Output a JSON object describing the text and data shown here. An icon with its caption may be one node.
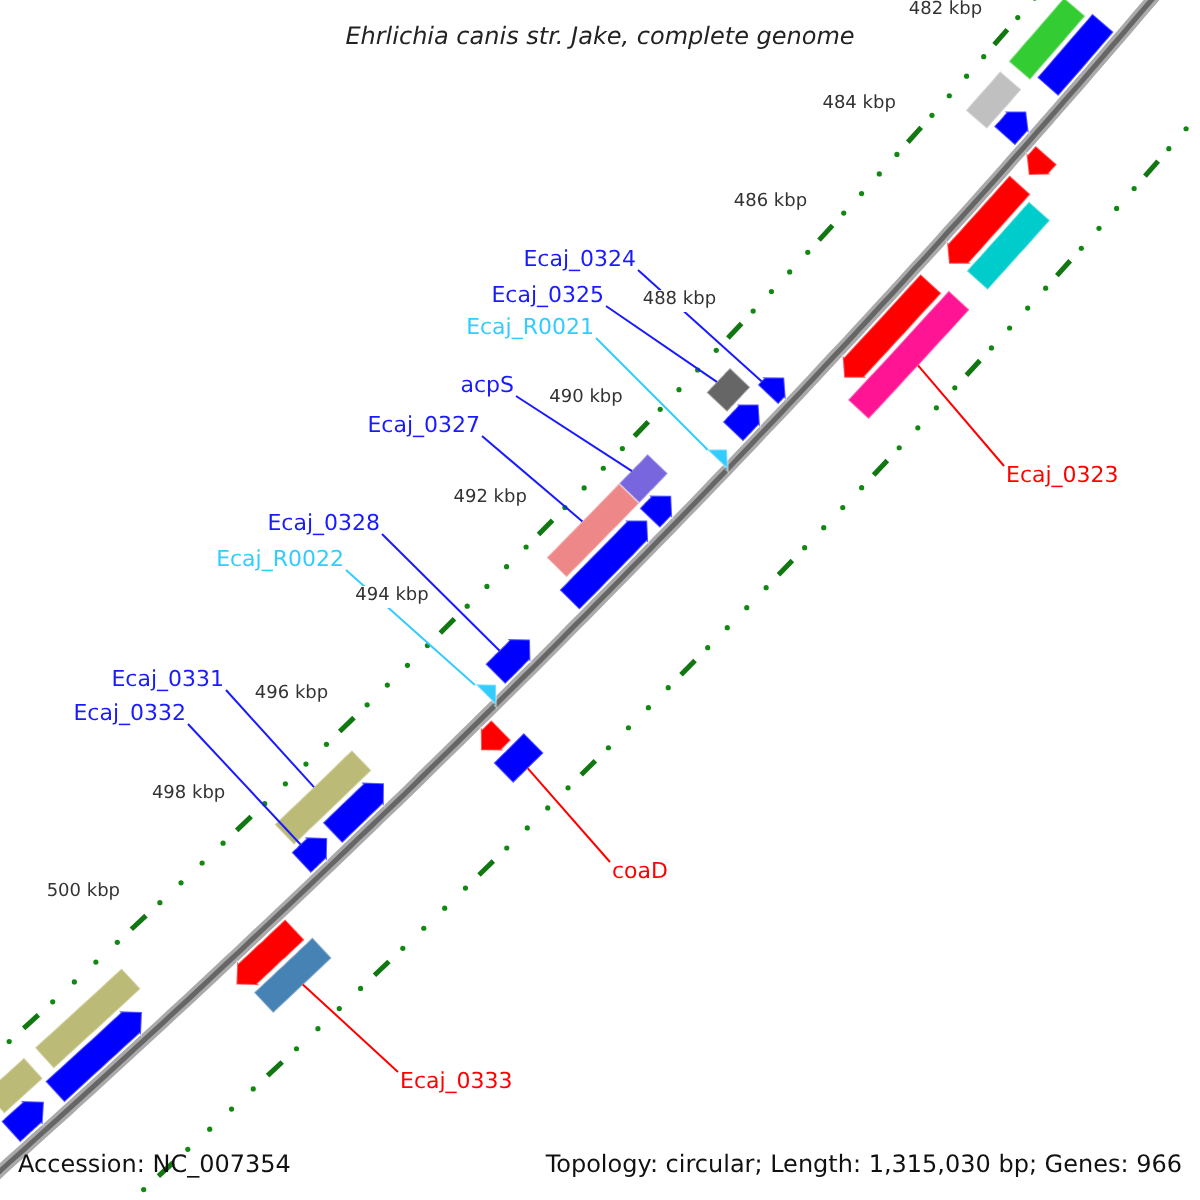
{
  "diagram": {
    "title": "Ehrlichia canis str. Jake, complete genome",
    "nodes": [
      {
        "text": [
          "Ecaj_0324"
        ]
      },
      {
        "text": [
          "Ecaj_0325"
        ]
      },
      {
        "text": [
          "Ecaj_R0021"
        ]
      },
      {
        "text": [
          "acpS"
        ]
      },
      {
        "text": [
          "Ecaj_0327"
        ]
      },
      {
        "text": [
          "Ecaj_0328"
        ]
      },
      {
        "text": [
          "Ecaj_R0022"
        ]
      },
      {
        "text": [
          "Ecaj_0331"
        ]
      },
      {
        "text": [
          "Ecaj_0332"
        ]
      },
      {
        "text": [
          "Ecaj_0323"
        ]
      },
      {
        "text": [
          "coaD"
        ]
      },
      {
        "text": [
          "Ecaj_0333"
        ]
      },
      {
        "text": [],
        "shape": "bar"
      },
      {
        "text": [],
        "shape": "bar"
      },
      {
        "text": [],
        "shape": "bar"
      },
      {
        "text": [],
        "shape": "arrow"
      },
      {
        "text": [],
        "shape": "arrow"
      },
      {
        "text": [],
        "shape": "arrow"
      },
      {
        "text": [],
        "shape": "bar"
      },
      {
        "text": [],
        "shape": "bar"
      },
      {
        "text": [],
        "shape": "arrow"
      },
      {
        "text": [],
        "shape": "arrow"
      },
      {
        "text": [],
        "shape": "bar"
      },
      {
        "text": [],
        "shape": "arrow"
      },
      {
        "text": [],
        "shape": "arrow"
      },
      {
        "text": [],
        "shape": "bar"
      },
      {
        "text": [],
        "shape": "arrow"
      },
      {
        "text": [],
        "shape": "bar"
      },
      {
        "text": [],
        "shape": "arrow"
      },
      {
        "text": [],
        "shape": "arrow"
      },
      {
        "text": [],
        "shape": "arrow"
      },
      {
        "text": [],
        "shape": "bar"
      },
      {
        "text": [],
        "shape": "arrow"
      },
      {
        "text": [],
        "shape": "bar"
      },
      {
        "text": [],
        "shape": "arrow"
      },
      {
        "text": [],
        "shape": "arrow"
      },
      {
        "text": [],
        "shape": "bar"
      },
      {
        "text": [],
        "shape": "arrow"
      },
      {
        "text": [],
        "shape": "bar"
      },
      {
        "text": [],
        "shape": "arrow"
      },
      {
        "text": [],
        "shape": "bar"
      },
      {
        "text": [],
        "shape": "arrow"
      }
    ],
    "edges": [
      {
        "from": 0,
        "to": 21,
        "arrow": "none"
      },
      {
        "from": 1,
        "to": 22,
        "arrow": "none"
      },
      {
        "from": 2,
        "to": 24,
        "arrow": "none",
        "color": "#33ccff"
      },
      {
        "from": 3,
        "to": 25,
        "arrow": "none"
      },
      {
        "from": 4,
        "to": 27,
        "arrow": "none"
      },
      {
        "from": 5,
        "to": 29,
        "arrow": "none"
      },
      {
        "from": 6,
        "to": 30,
        "arrow": "none",
        "color": "#33ccff"
      },
      {
        "from": 7,
        "to": 33,
        "arrow": "none"
      },
      {
        "from": 8,
        "to": 35,
        "arrow": "none"
      },
      {
        "from": 9,
        "to": 19,
        "arrow": "none",
        "color": "#ff0000"
      },
      {
        "from": 10,
        "to": 31,
        "arrow": "none",
        "color": "#ff0000"
      },
      {
        "from": 11,
        "to": 36,
        "arrow": "none",
        "color": "#ff0000"
      }
    ],
    "labels": [
      "482 kbp",
      "484 kbp",
      "486 kbp",
      "488 kbp",
      "490 kbp",
      "492 kbp",
      "494 kbp",
      "496 kbp",
      "498 kbp",
      "500 kbp",
      "Accession: NC_007354",
      "Topology: circular; Length: 1,315,030 bp; Genes: 966"
    ]
  }
}
